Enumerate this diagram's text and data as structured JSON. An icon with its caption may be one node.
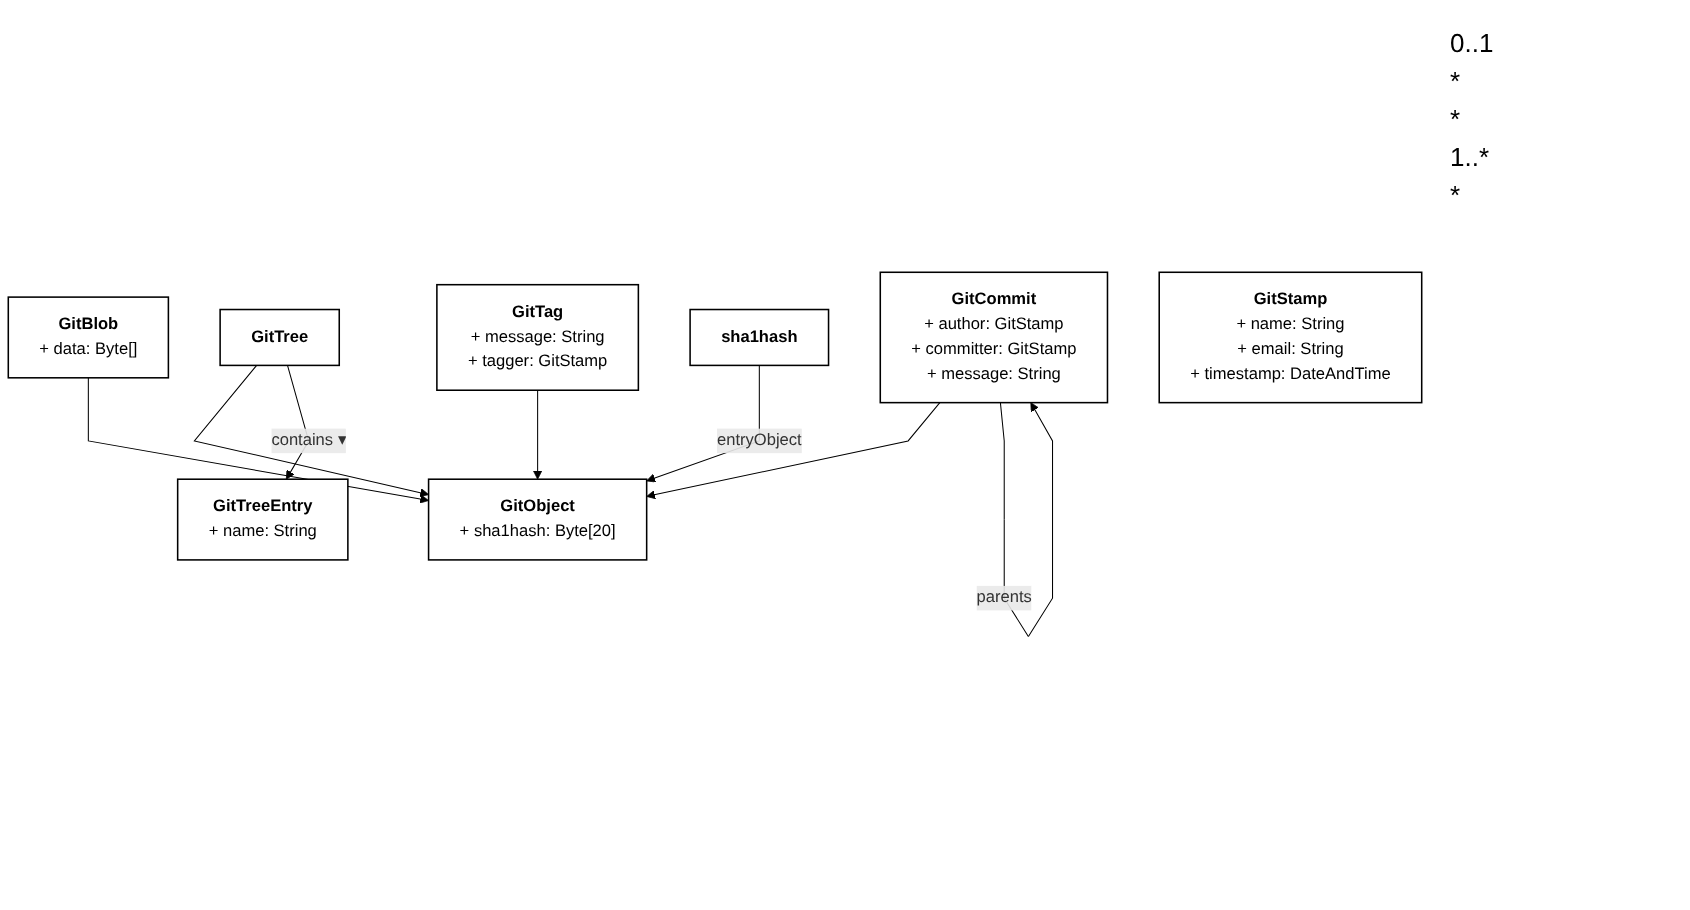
{
  "diagram": {
    "nodes": [
      {
        "text": [
          "GitObject",
          "+ sha1hash: Byte[20]"
        ]
      },
      {
        "text": [
          "GitBlob",
          "+ data: Byte[]"
        ]
      },
      {
        "text": [
          "GitTree"
        ]
      },
      {
        "text": [
          "GitCommit",
          "+ author: GitStamp",
          "+ committer: GitStamp",
          "+ message: String"
        ]
      },
      {
        "text": [
          "GitTag",
          "+ message: String",
          "+ tagger: GitStamp"
        ]
      },
      {
        "text": [
          "GitTreeEntry",
          "+ name: String"
        ]
      },
      {
        "text": [
          "sha1hash"
        ]
      },
      {
        "text": [
          "GitStamp",
          "+ name: String",
          "+ email: String",
          "+ timestamp: DateAndTime"
        ]
      }
    ],
    "edges": [
      {
        "from": 1,
        "to": 0,
        "arrow": "to"
      },
      {
        "from": 2,
        "to": 0,
        "arrow": "to"
      },
      {
        "from": 3,
        "to": 0,
        "arrow": "to"
      },
      {
        "from": 4,
        "to": 0,
        "arrow": "to"
      },
      {
        "from": 2,
        "to": 5,
        "arrow": "to",
        "label": "contains ▾"
      },
      {
        "from": 6,
        "to": 0,
        "arrow": "to",
        "label": "entryObject"
      },
      {
        "from": 3,
        "to": 3,
        "arrow": "to",
        "label": "parents"
      }
    ],
    "labels": [
      "0..1",
      "*",
      "*",
      "1..*",
      "*"
    ]
  }
}
